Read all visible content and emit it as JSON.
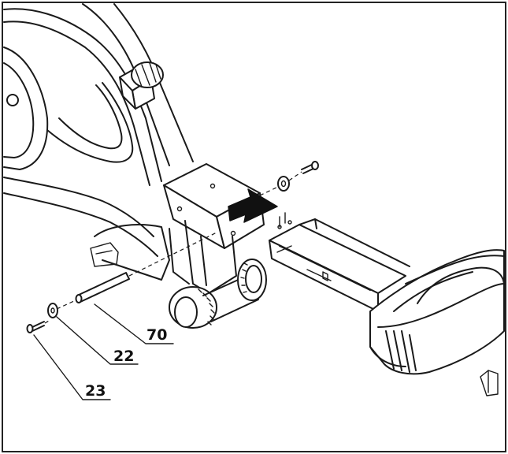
{
  "diagram": {
    "callouts": [
      {
        "number": "70",
        "part": "axle"
      },
      {
        "number": "22",
        "part": "washer"
      },
      {
        "number": "23",
        "part": "bolt"
      }
    ],
    "icons": [
      "insertion-arrow-icon",
      "knob-icon"
    ]
  }
}
